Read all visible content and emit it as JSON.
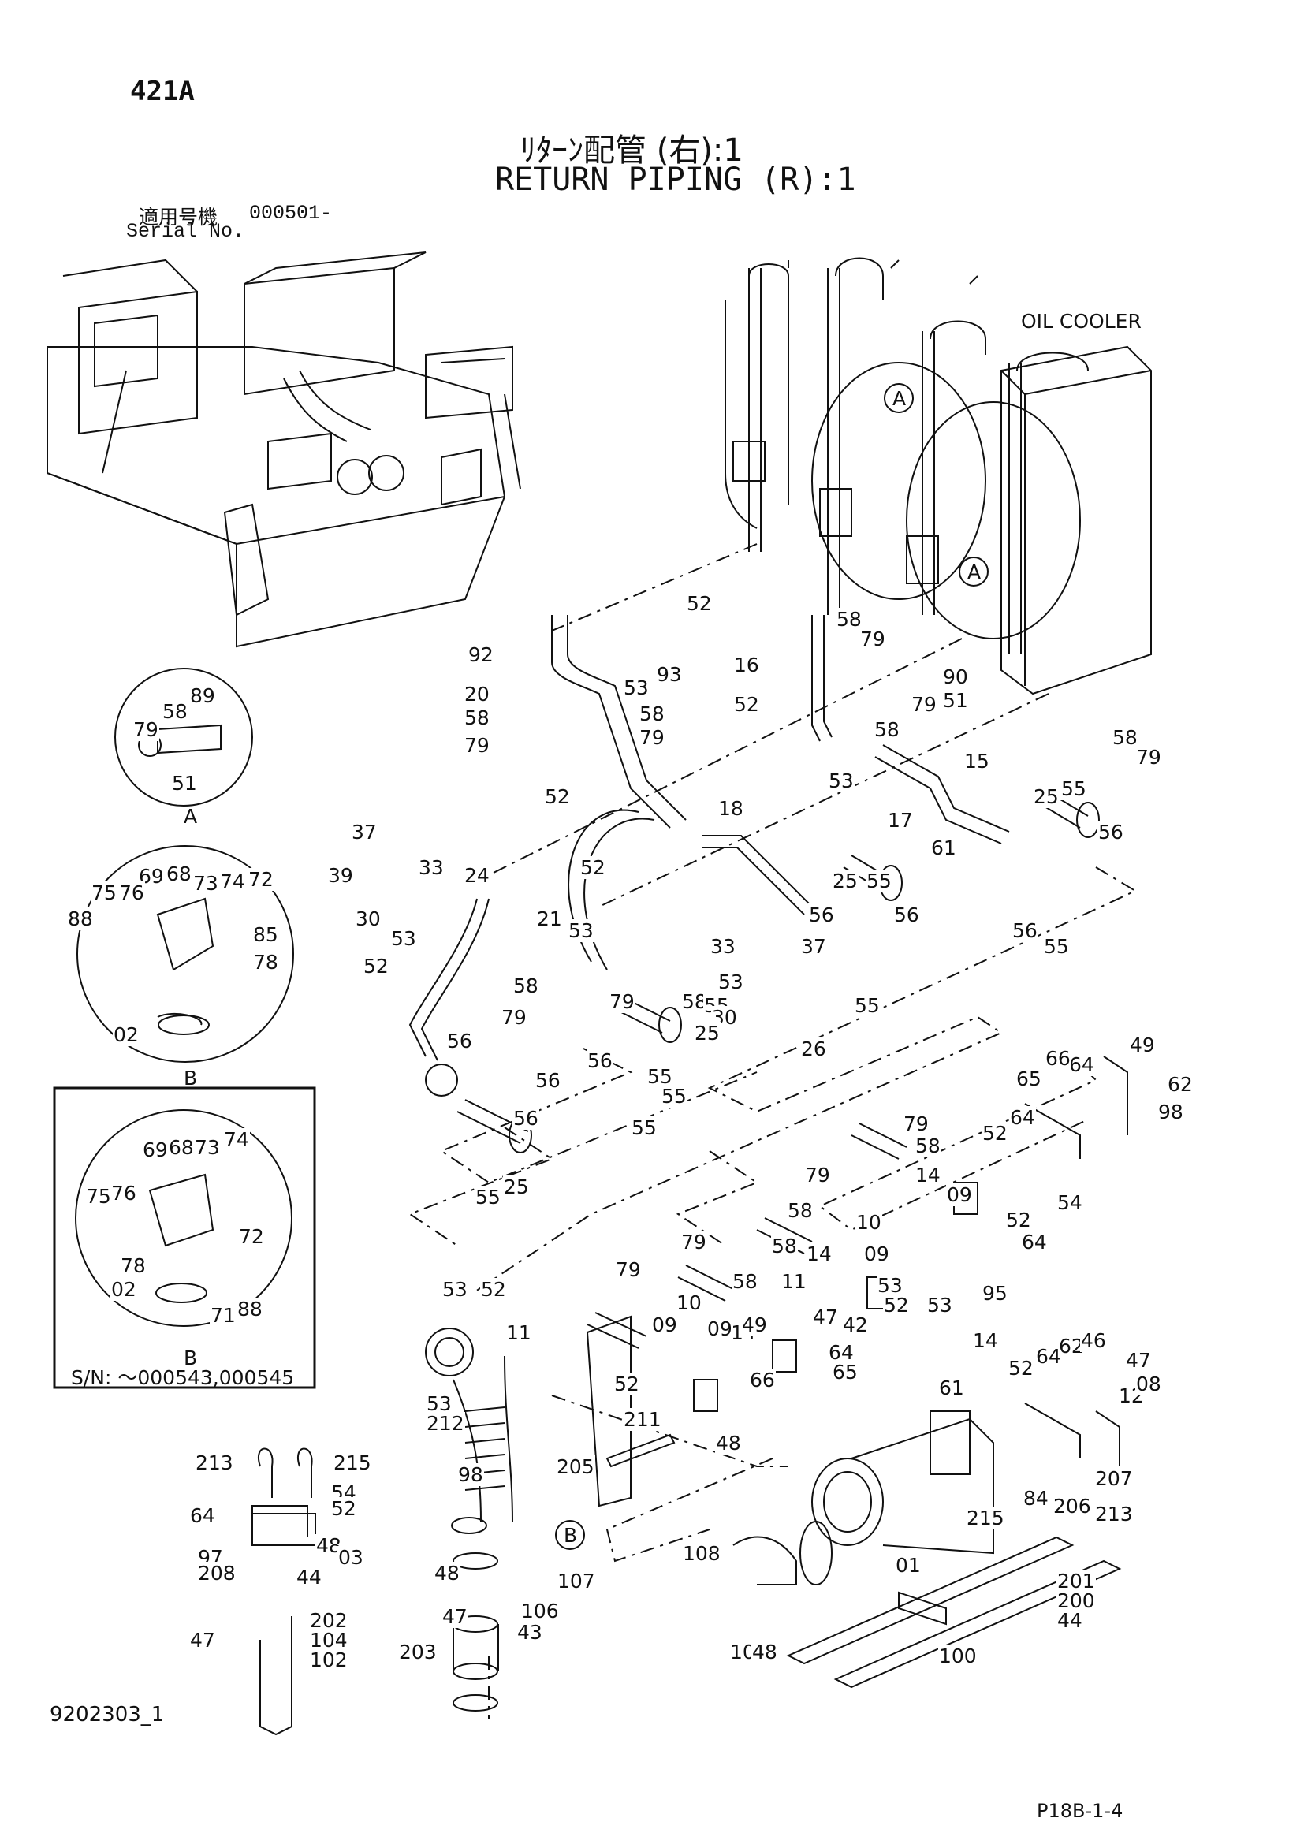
{
  "model": "421A",
  "title_jp": "ﾘﾀｰﾝ配管 (右):1",
  "title_en": "RETURN PIPING (R):1",
  "serial": {
    "label_jp": "適用号機",
    "value": "000501-",
    "label_en": "Serial No."
  },
  "oil_cooler_label": "OIL COOLER",
  "doc_number": "9202303_1",
  "page_code": "P18B-1-4",
  "detail_A_label": "A",
  "detail_B_label": "B",
  "detail_B2_label": "B",
  "detail_B2_serial": "S/N:  ～000543,000545",
  "callouts": [
    {
      "text": "52"
    },
    {
      "text": "92"
    },
    {
      "text": "93"
    },
    {
      "text": "53"
    },
    {
      "text": "20"
    },
    {
      "text": "58"
    },
    {
      "text": "79"
    },
    {
      "text": "58"
    },
    {
      "text": "79"
    },
    {
      "text": "16"
    },
    {
      "text": "58"
    },
    {
      "text": "79"
    },
    {
      "text": "52"
    },
    {
      "text": "90"
    },
    {
      "text": "51"
    },
    {
      "text": "79"
    },
    {
      "text": "58"
    },
    {
      "text": "58"
    },
    {
      "text": "79"
    },
    {
      "text": "53"
    },
    {
      "text": "15"
    },
    {
      "text": "52"
    },
    {
      "text": "18"
    },
    {
      "text": "17"
    },
    {
      "text": "61"
    },
    {
      "text": "25"
    },
    {
      "text": "55"
    },
    {
      "text": "56"
    },
    {
      "text": "56"
    },
    {
      "text": "55"
    },
    {
      "text": "37"
    },
    {
      "text": "39"
    },
    {
      "text": "33"
    },
    {
      "text": "24"
    },
    {
      "text": "30"
    },
    {
      "text": "53"
    },
    {
      "text": "52"
    },
    {
      "text": "58"
    },
    {
      "text": "79"
    },
    {
      "text": "52"
    },
    {
      "text": "21"
    },
    {
      "text": "53"
    },
    {
      "text": "56"
    },
    {
      "text": "25"
    },
    {
      "text": "55"
    },
    {
      "text": "56"
    },
    {
      "text": "33"
    },
    {
      "text": "37"
    },
    {
      "text": "58"
    },
    {
      "text": "79"
    },
    {
      "text": "55"
    },
    {
      "text": "53"
    },
    {
      "text": "30"
    },
    {
      "text": "55"
    },
    {
      "text": "25"
    },
    {
      "text": "26"
    },
    {
      "text": "56"
    },
    {
      "text": "56"
    },
    {
      "text": "55"
    },
    {
      "text": "56"
    },
    {
      "text": "55"
    },
    {
      "text": "56"
    },
    {
      "text": "55"
    },
    {
      "text": "25"
    },
    {
      "text": "55"
    },
    {
      "text": "49"
    },
    {
      "text": "64"
    },
    {
      "text": "66"
    },
    {
      "text": "65"
    },
    {
      "text": "62"
    },
    {
      "text": "98"
    },
    {
      "text": "64"
    },
    {
      "text": "52"
    },
    {
      "text": "79"
    },
    {
      "text": "58"
    },
    {
      "text": "79"
    },
    {
      "text": "14"
    },
    {
      "text": "09"
    },
    {
      "text": "54"
    },
    {
      "text": "58"
    },
    {
      "text": "52"
    },
    {
      "text": "64"
    },
    {
      "text": "10"
    },
    {
      "text": "79"
    },
    {
      "text": "58"
    },
    {
      "text": "14"
    },
    {
      "text": "09"
    },
    {
      "text": "53"
    },
    {
      "text": "11"
    },
    {
      "text": "79"
    },
    {
      "text": "58"
    },
    {
      "text": "14"
    },
    {
      "text": "52"
    },
    {
      "text": "53"
    },
    {
      "text": "10"
    },
    {
      "text": "09"
    },
    {
      "text": "53"
    },
    {
      "text": "95"
    },
    {
      "text": "47"
    },
    {
      "text": "42"
    },
    {
      "text": "14"
    },
    {
      "text": "52"
    },
    {
      "text": "11"
    },
    {
      "text": "09"
    },
    {
      "text": "52"
    },
    {
      "text": "49"
    },
    {
      "text": "64"
    },
    {
      "text": "66"
    },
    {
      "text": "65"
    },
    {
      "text": "52"
    },
    {
      "text": "64"
    },
    {
      "text": "62"
    },
    {
      "text": "46"
    },
    {
      "text": "47"
    },
    {
      "text": "12"
    },
    {
      "text": "08"
    },
    {
      "text": "53"
    },
    {
      "text": "212"
    },
    {
      "text": "211"
    },
    {
      "text": "61"
    },
    {
      "text": "48"
    },
    {
      "text": "213"
    },
    {
      "text": "215"
    },
    {
      "text": "205"
    },
    {
      "text": "98"
    },
    {
      "text": "54"
    },
    {
      "text": "52"
    },
    {
      "text": "64"
    },
    {
      "text": "84"
    },
    {
      "text": "207"
    },
    {
      "text": "206"
    },
    {
      "text": "213"
    },
    {
      "text": "215"
    },
    {
      "text": "48"
    },
    {
      "text": "03"
    },
    {
      "text": "97"
    },
    {
      "text": "208"
    },
    {
      "text": "48"
    },
    {
      "text": "108"
    },
    {
      "text": "01"
    },
    {
      "text": "44"
    },
    {
      "text": "107"
    },
    {
      "text": "201"
    },
    {
      "text": "47"
    },
    {
      "text": "106"
    },
    {
      "text": "200"
    },
    {
      "text": "202"
    },
    {
      "text": "43"
    },
    {
      "text": "44"
    },
    {
      "text": "47"
    },
    {
      "text": "104"
    },
    {
      "text": "203"
    },
    {
      "text": "103"
    },
    {
      "text": "48"
    },
    {
      "text": "100"
    },
    {
      "text": "102"
    }
  ],
  "detail_A_callouts": [
    {
      "text": "89"
    },
    {
      "text": "58"
    },
    {
      "text": "79"
    },
    {
      "text": "51"
    }
  ],
  "detail_B_callouts": [
    {
      "text": "69"
    },
    {
      "text": "68"
    },
    {
      "text": "73"
    },
    {
      "text": "74"
    },
    {
      "text": "72"
    },
    {
      "text": "75"
    },
    {
      "text": "76"
    },
    {
      "text": "88"
    },
    {
      "text": "85"
    },
    {
      "text": "78"
    },
    {
      "text": "02"
    }
  ],
  "detail_B2_callouts": [
    {
      "text": "69"
    },
    {
      "text": "68"
    },
    {
      "text": "73"
    },
    {
      "text": "74"
    },
    {
      "text": "75"
    },
    {
      "text": "76"
    },
    {
      "text": "72"
    },
    {
      "text": "78"
    },
    {
      "text": "02"
    },
    {
      "text": "88"
    },
    {
      "text": "71"
    }
  ]
}
